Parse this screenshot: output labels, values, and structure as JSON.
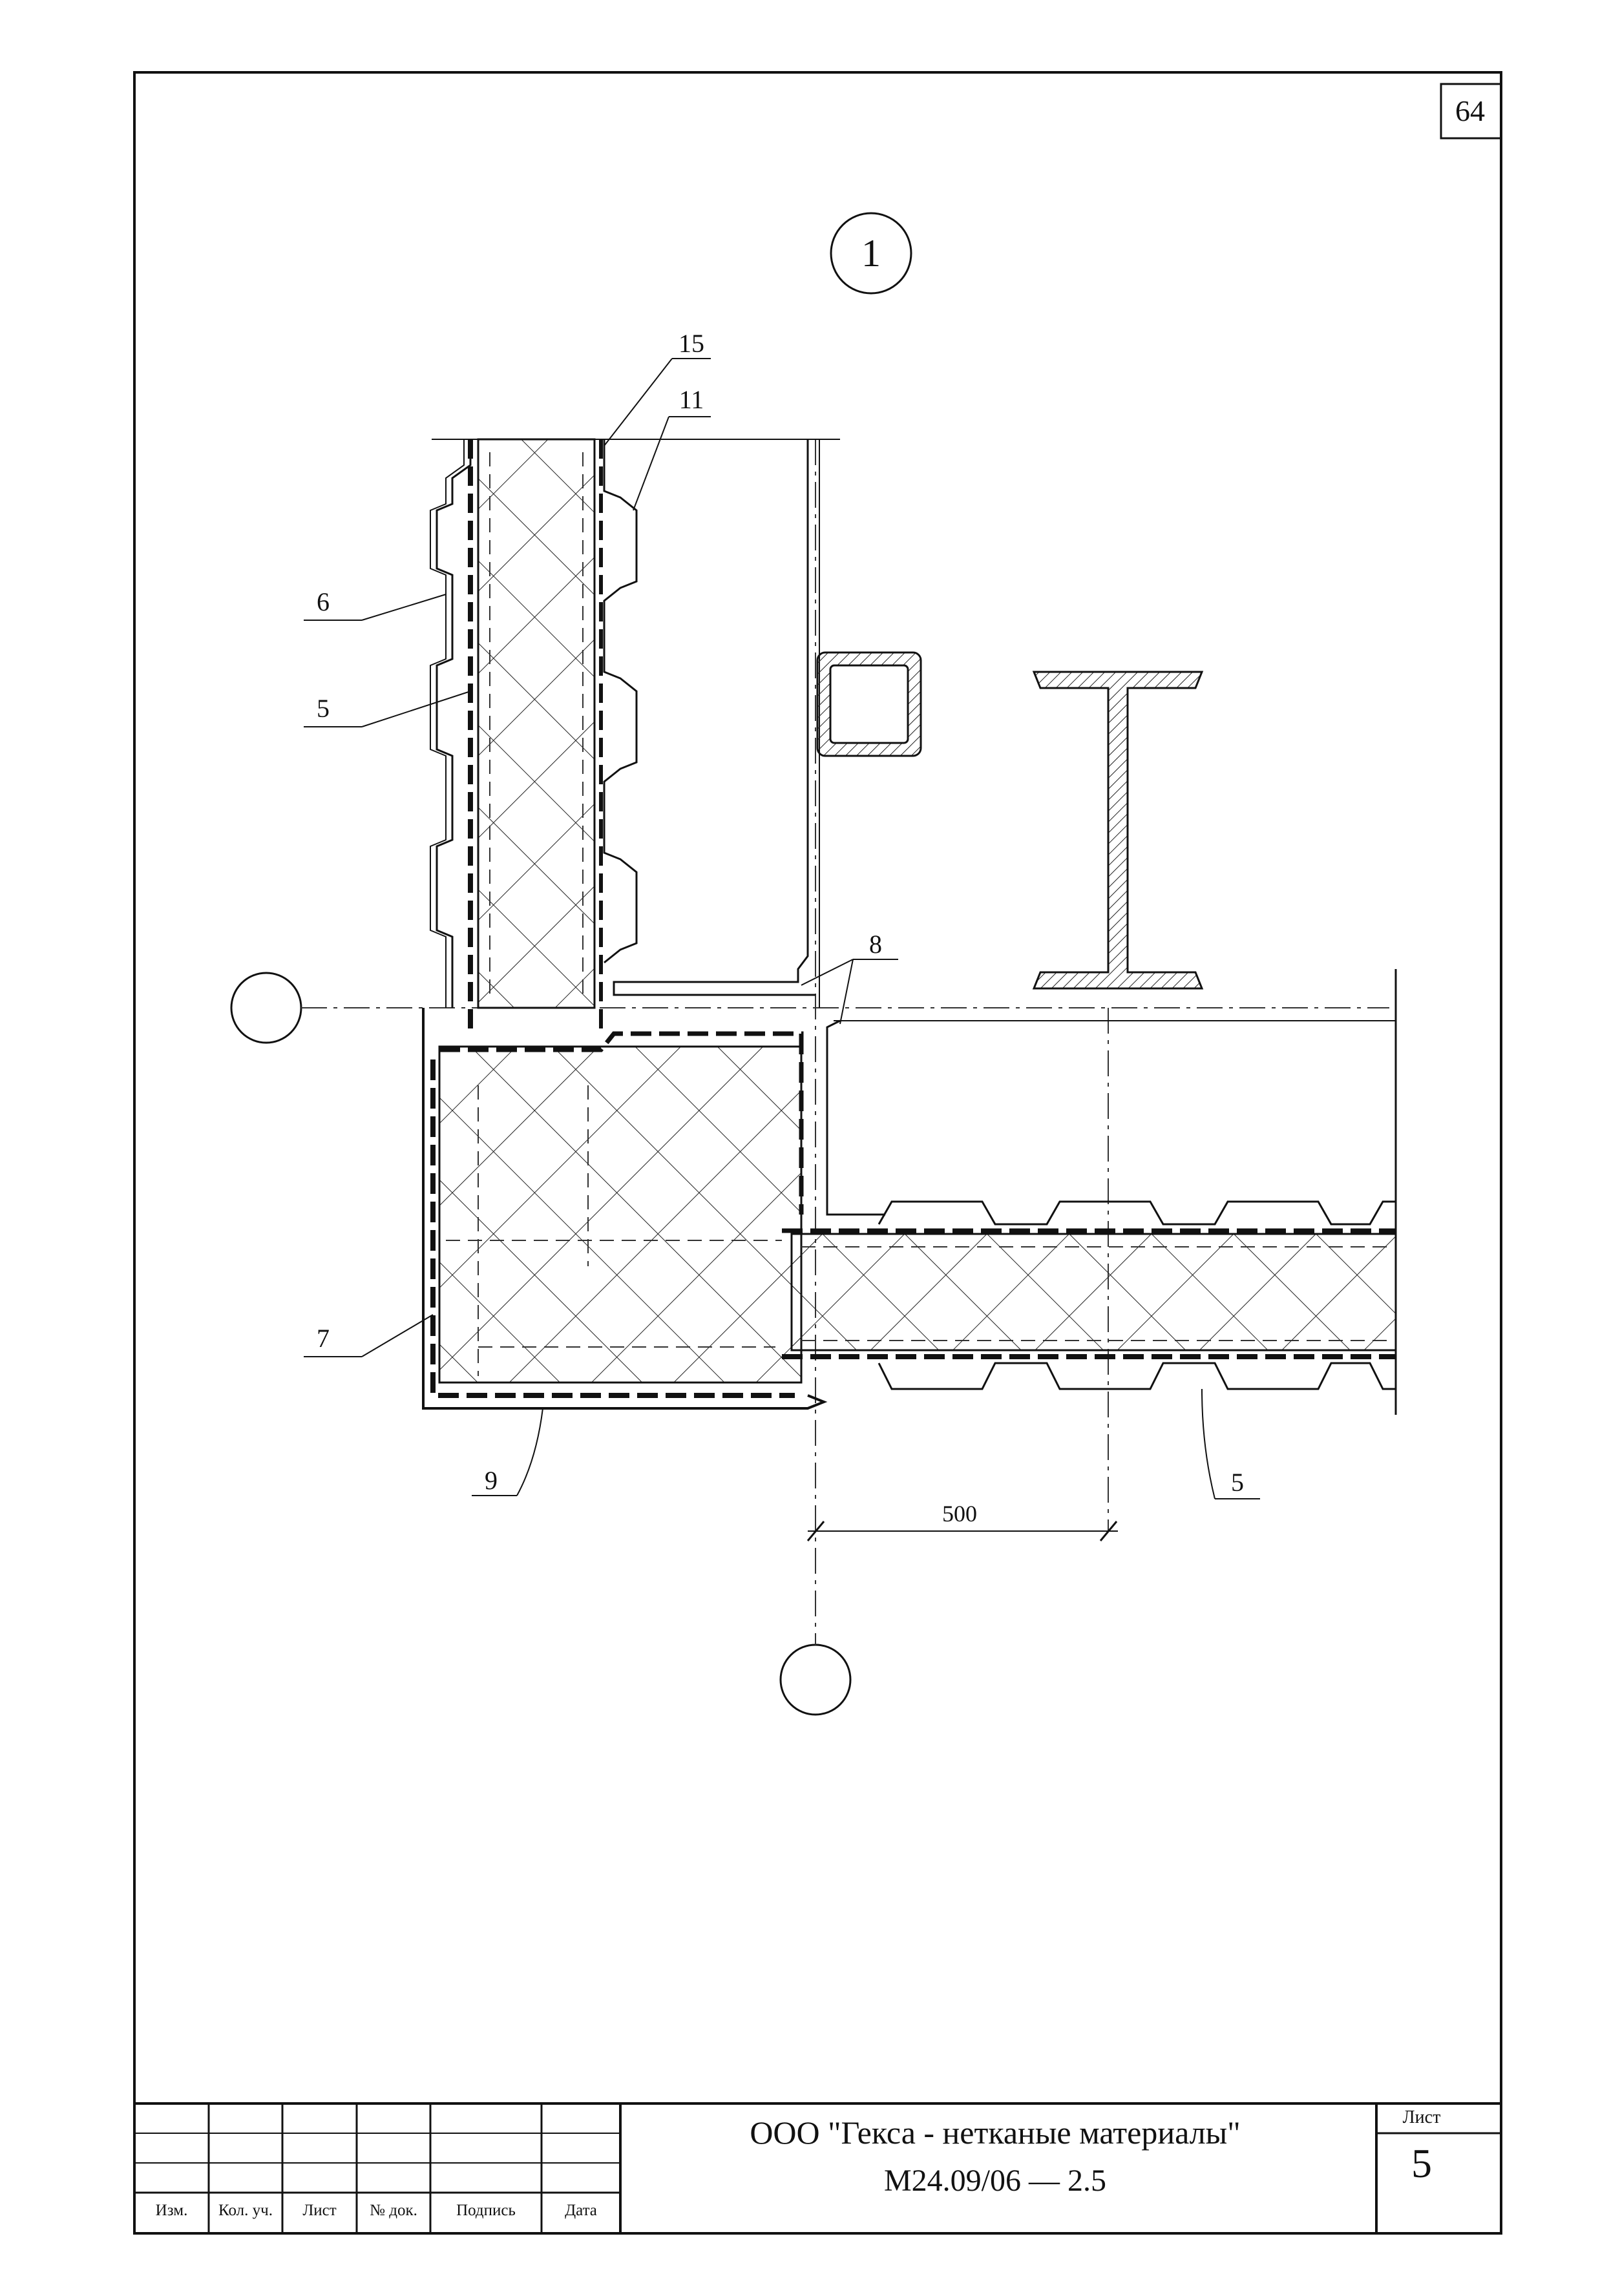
{
  "sheet_number": "64",
  "node_mark": "1",
  "callouts": {
    "c15": "15",
    "c11": "11",
    "c6": "6",
    "c5_top": "5",
    "c8": "8",
    "c7": "7",
    "c9": "9",
    "c5_bottom": "5"
  },
  "dimension": "500",
  "title_block": {
    "columns": [
      "Изм.",
      "Кол. уч.",
      "Лист",
      "№ док.",
      "Подпись",
      "Дата"
    ],
    "organization": "ООО \"Гекса - нетканые материалы\"",
    "document_code": "М24.09/06  —  2.5",
    "sheet_label": "Лист",
    "sheet_value": "5"
  }
}
